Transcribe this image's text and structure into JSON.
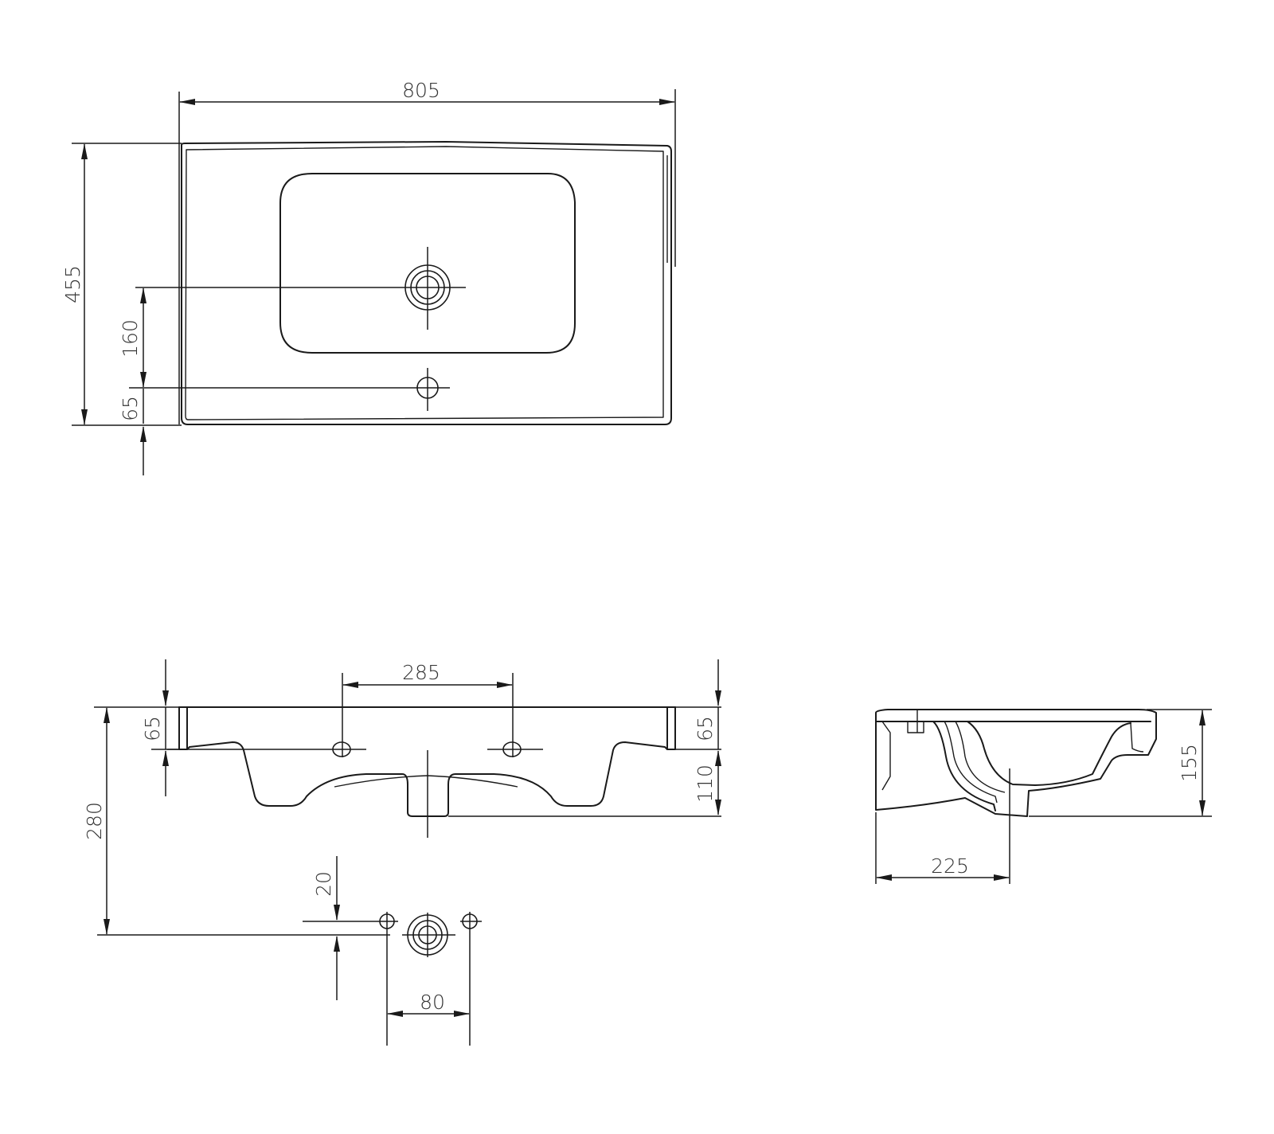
{
  "drawing": {
    "colors": {
      "line": "#1a1a1a",
      "text": "#333333",
      "background": "#ffffff"
    },
    "top_view": {
      "overall_width": "805",
      "overall_depth": "455",
      "drain_offset": "160",
      "tap_offset": "65"
    },
    "front_view": {
      "hole_spacing": "285",
      "rim_height_left": "65",
      "rim_height_right": "65",
      "bowl_depth": "110",
      "waste_height": "280",
      "tap_hole_offset": "20",
      "tap_hole_spacing": "80"
    },
    "side_view": {
      "height": "155",
      "drain_distance": "225"
    }
  }
}
